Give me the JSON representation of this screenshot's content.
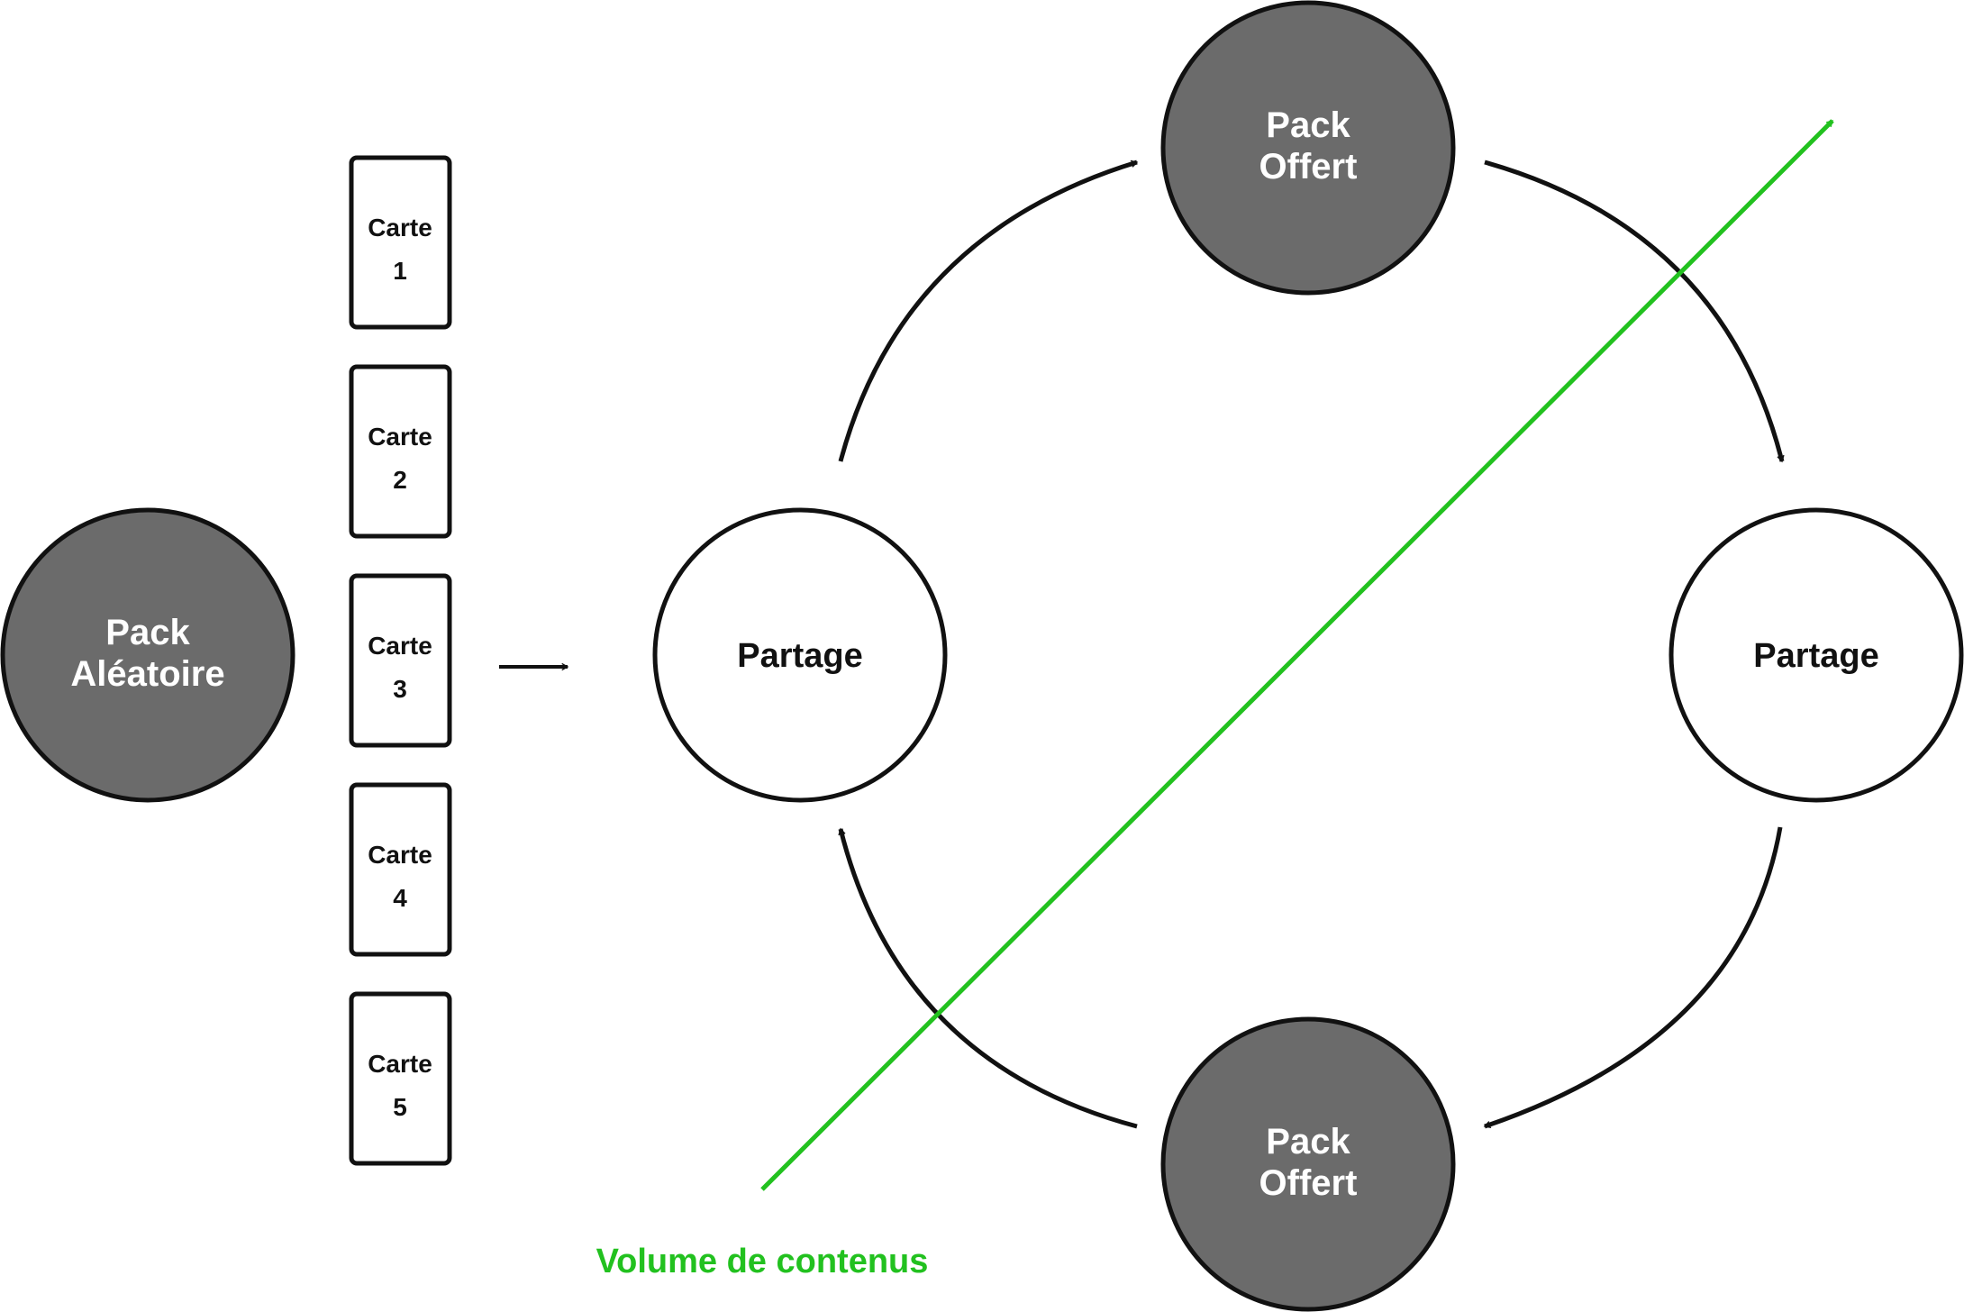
{
  "colors": {
    "dark_node_fill": "#6b6b6b",
    "stroke": "#111111",
    "accent_green": "#22c11f",
    "background": "#ffffff"
  },
  "pack_random": {
    "line1": "Pack",
    "line2": "Aléatoire"
  },
  "cards": [
    {
      "line1": "Carte",
      "line2": "1"
    },
    {
      "line1": "Carte",
      "line2": "2"
    },
    {
      "line1": "Carte",
      "line2": "3"
    },
    {
      "line1": "Carte",
      "line2": "4"
    },
    {
      "line1": "Carte",
      "line2": "5"
    }
  ],
  "cycle": {
    "share_left": "Partage",
    "share_right": "Partage",
    "pack_offered_top": {
      "line1": "Pack",
      "line2": "Offert"
    },
    "pack_offered_bottom": {
      "line1": "Pack",
      "line2": "Offert"
    }
  },
  "volume_label": "Volume de contenus"
}
